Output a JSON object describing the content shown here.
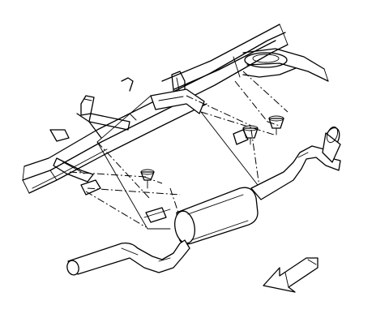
{
  "diagram": {
    "kind": "exhaust-system-exploded-view",
    "parts": [
      "vehicle-frame",
      "frame-crossmember",
      "exhaust-hanger-front",
      "exhaust-hanger-middle",
      "exhaust-hanger-rear",
      "muffler",
      "tailpipe",
      "intermediate-pipe",
      "front-pipe"
    ],
    "direction_arrow": "front-of-vehicle",
    "colors": {
      "line": "#000000",
      "background": "#ffffff"
    }
  }
}
